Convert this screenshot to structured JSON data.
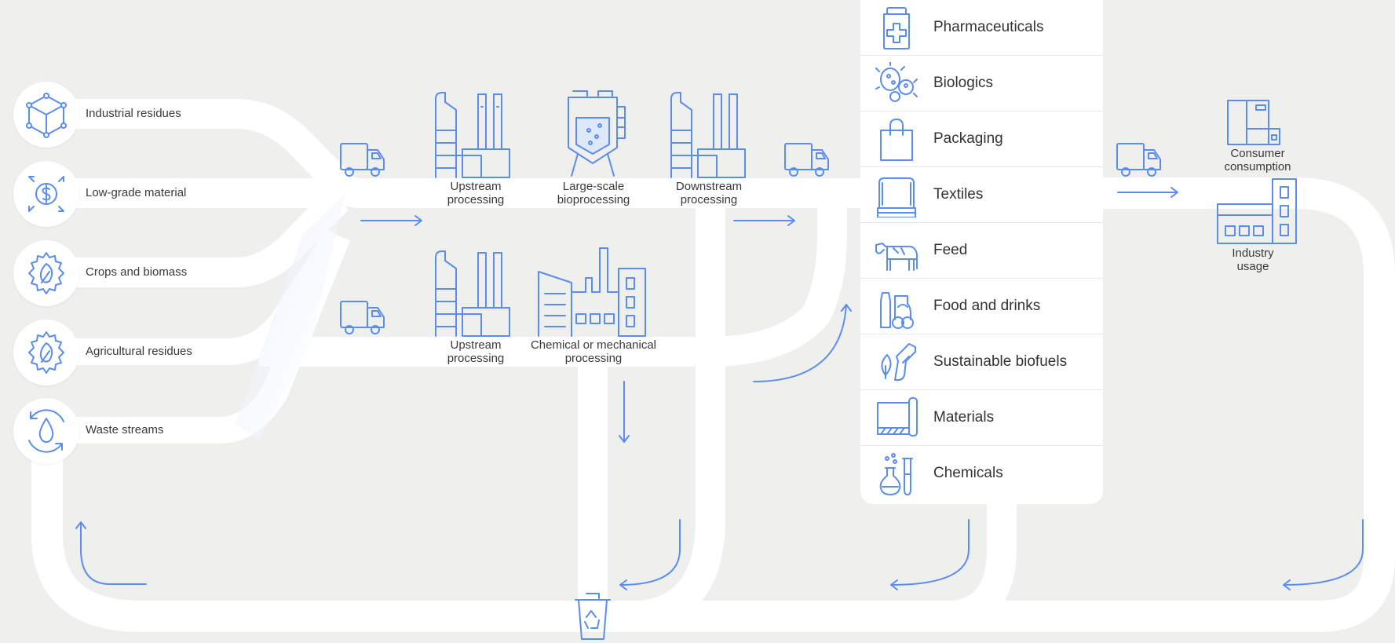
{
  "sources": [
    {
      "label": "Industrial residues",
      "icon": "cube-icon"
    },
    {
      "label": "Low-grade material",
      "icon": "dollar-coin-icon"
    },
    {
      "label": "Crops and biomass",
      "icon": "leaf-gear-icon"
    },
    {
      "label": "Agricultural residues",
      "icon": "leaf-gear-icon"
    },
    {
      "label": "Waste streams",
      "icon": "water-drop-cycle-icon"
    }
  ],
  "stages": {
    "upstream_top": {
      "line1": "Upstream",
      "line2": "processing"
    },
    "large_scale": {
      "line1": "Large-scale",
      "line2": "bioprocessing"
    },
    "downstream": {
      "line1": "Downstream",
      "line2": "processing"
    },
    "upstream_bottom": {
      "line1": "Upstream",
      "line2": "processing"
    },
    "chemical": {
      "line1": "Chemical or mechanical",
      "line2": "processing"
    }
  },
  "products": [
    {
      "label": "Pharmaceuticals",
      "icon": "medicine-jar-icon"
    },
    {
      "label": "Biologics",
      "icon": "microbe-icon"
    },
    {
      "label": "Packaging",
      "icon": "shopping-bag-icon"
    },
    {
      "label": "Textiles",
      "icon": "folded-textile-icon"
    },
    {
      "label": "Feed",
      "icon": "cow-icon"
    },
    {
      "label": "Food and drinks",
      "icon": "food-drinks-icon"
    },
    {
      "label": "Sustainable biofuels",
      "icon": "fuel-nozzle-leaf-icon"
    },
    {
      "label": "Materials",
      "icon": "material-roll-icon"
    },
    {
      "label": "Chemicals",
      "icon": "lab-flask-icon"
    }
  ],
  "usage": {
    "consumer": {
      "line1": "Consumer",
      "line2": "consumption"
    },
    "industry": {
      "line1": "Industry",
      "line2": "usage"
    }
  },
  "colors": {
    "accent": "#5b8def",
    "background": "#efefee",
    "track": "#ffffff"
  }
}
